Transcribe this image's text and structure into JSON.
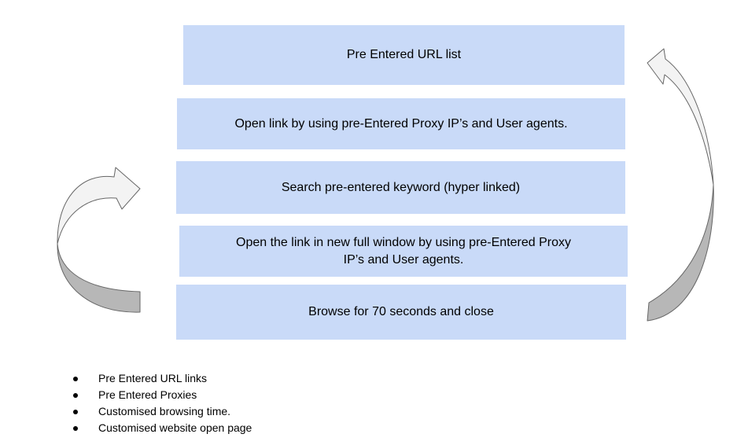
{
  "diagram": {
    "steps": [
      {
        "label": "Pre Entered URL list"
      },
      {
        "label": "Open link by using pre-Entered Proxy IP’s and User agents."
      },
      {
        "label": "Search pre-entered keyword (hyper linked)"
      },
      {
        "label": "Open the link in new full window by using pre-Entered Proxy\nIP’s and User agents."
      },
      {
        "label": "Browse for 70 seconds and close"
      }
    ],
    "bullets": [
      "Pre Entered URL links",
      "Pre Entered Proxies",
      "Customised browsing time.",
      "Customised website open page"
    ],
    "icons": {
      "left": "curved-loop-arrow-up-right",
      "right": "curved-loop-arrow-up-left"
    },
    "colors": {
      "box_fill": "#c9daf8",
      "arrow_light": "#f3f3f3",
      "arrow_dark": "#b7b7b7",
      "arrow_outline": "#666666",
      "text": "#000000",
      "background": "#ffffff"
    }
  }
}
